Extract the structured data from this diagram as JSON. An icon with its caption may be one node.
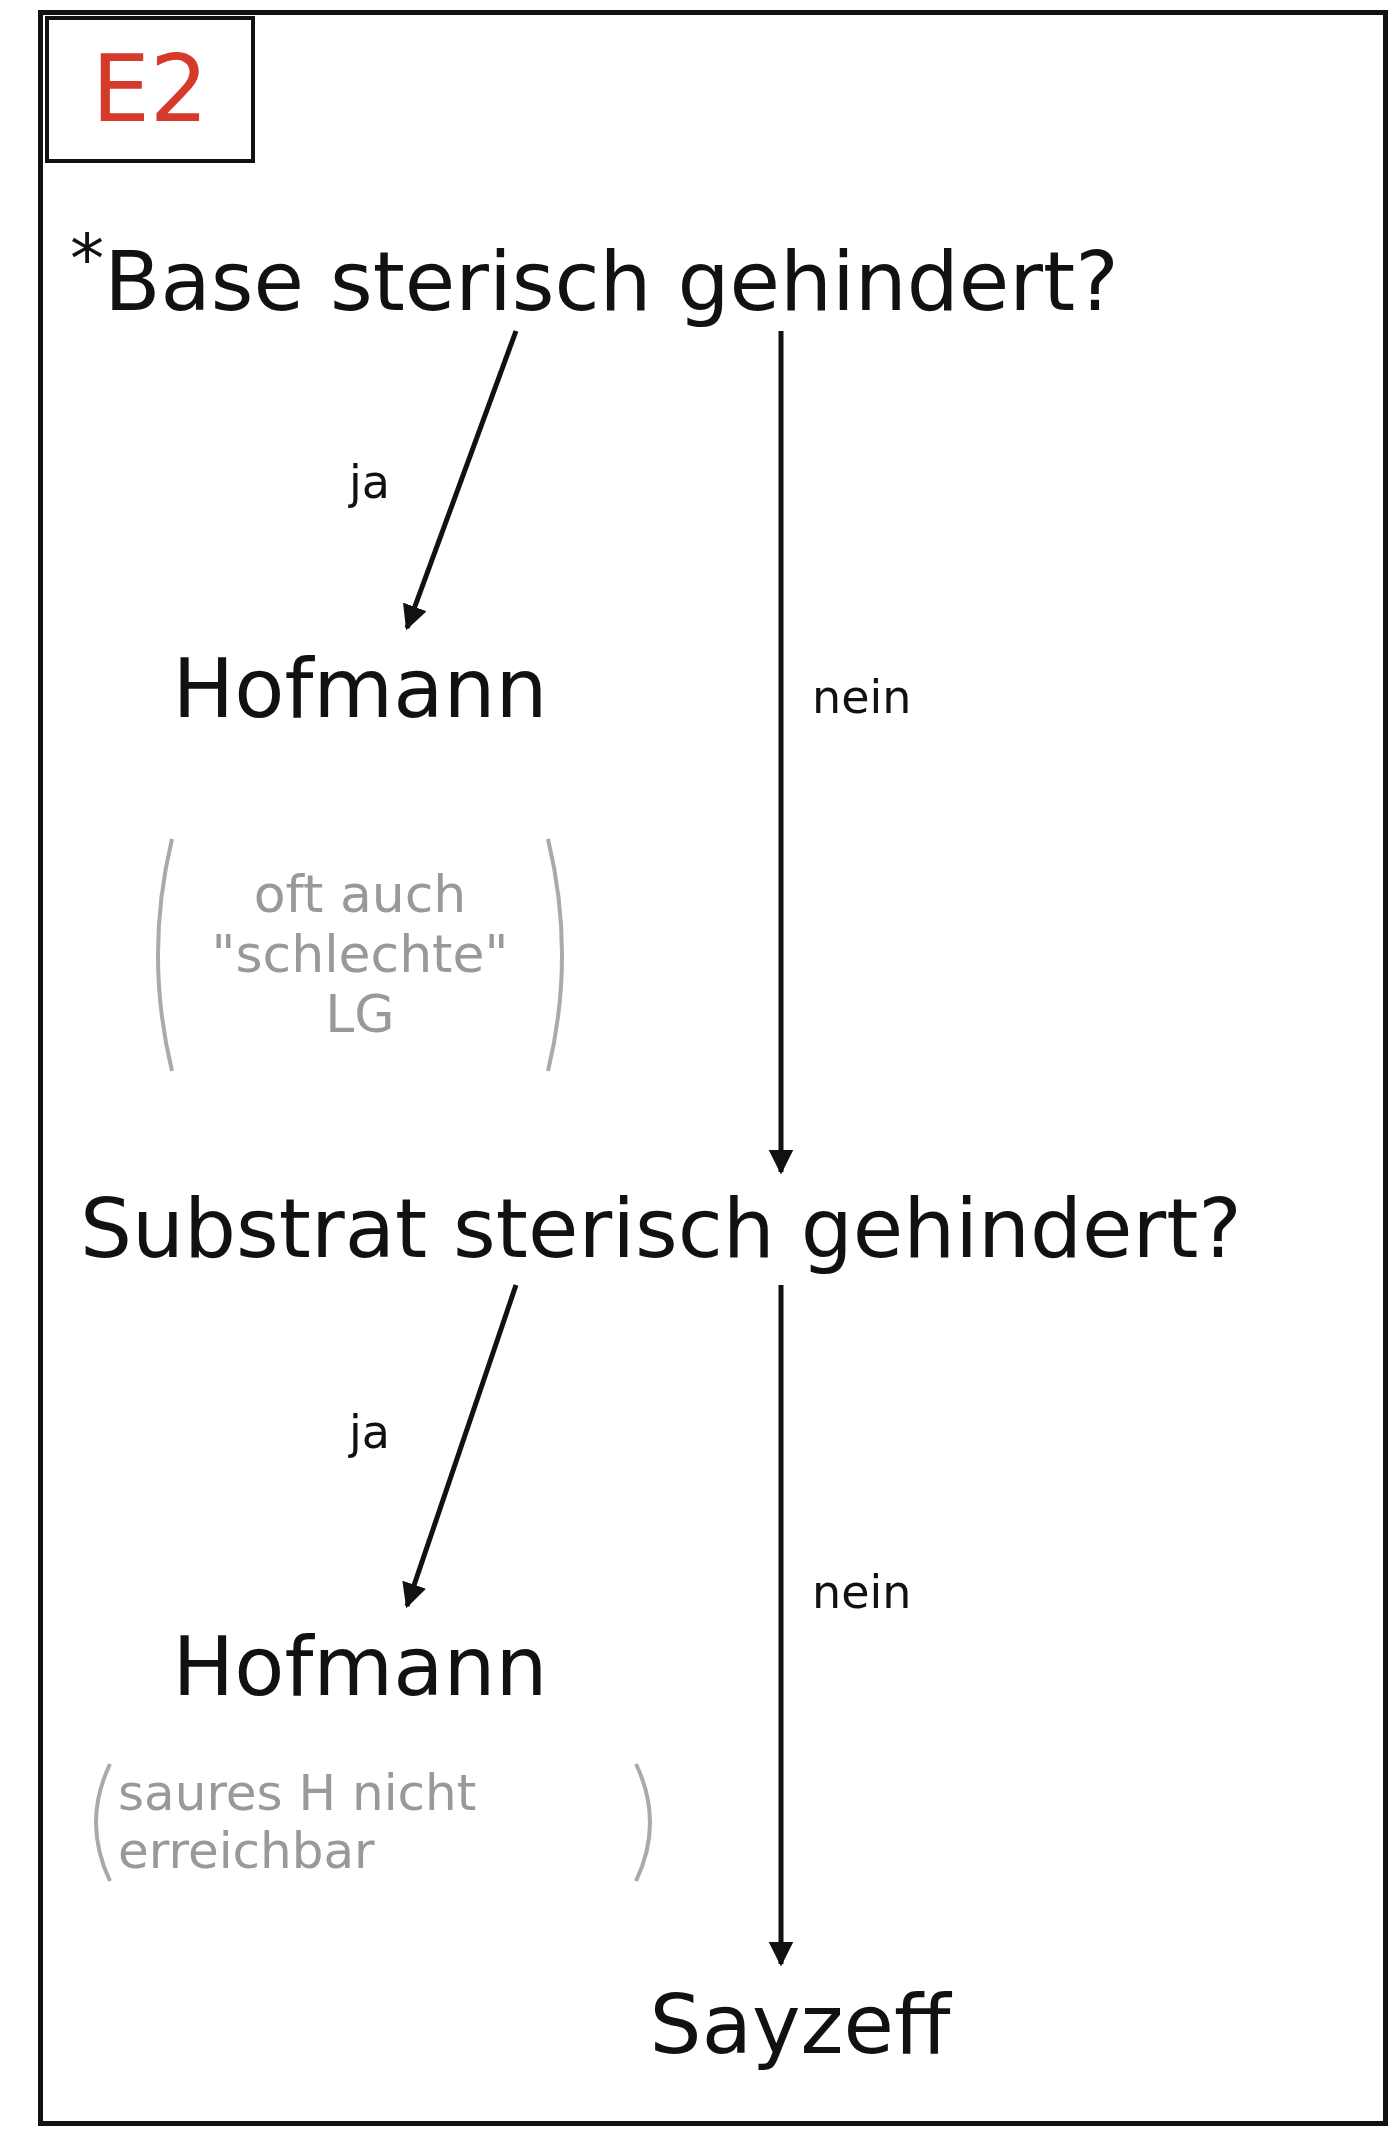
{
  "diagram": {
    "nodes": [
      {
        "text": [
          "E2"
        ]
      },
      {
        "text": [
          "$^{*}$Base sterisch gehindert?"
        ]
      },
      {
        "text": [
          "Hofmann"
        ],
        "beside": [
          "oft auch \"schlechte\" LG"
        ]
      },
      {
        "text": [
          "Substrat sterisch gehindert?"
        ]
      },
      {
        "text": [
          "Hofmann"
        ],
        "beside": [
          "saures H nicht erreichbar"
        ]
      },
      {
        "text": [
          "Sayzeff"
        ]
      }
    ],
    "edges": [
      {
        "from": 1,
        "to": 2,
        "arrow": "to",
        "label": "ja"
      },
      {
        "from": 1,
        "to": 3,
        "arrow": "to",
        "label": "nein"
      },
      {
        "from": 3,
        "to": 4,
        "arrow": "to",
        "label": "ja"
      },
      {
        "from": 3,
        "to": 5,
        "arrow": "to",
        "label": "nein"
      }
    ]
  }
}
